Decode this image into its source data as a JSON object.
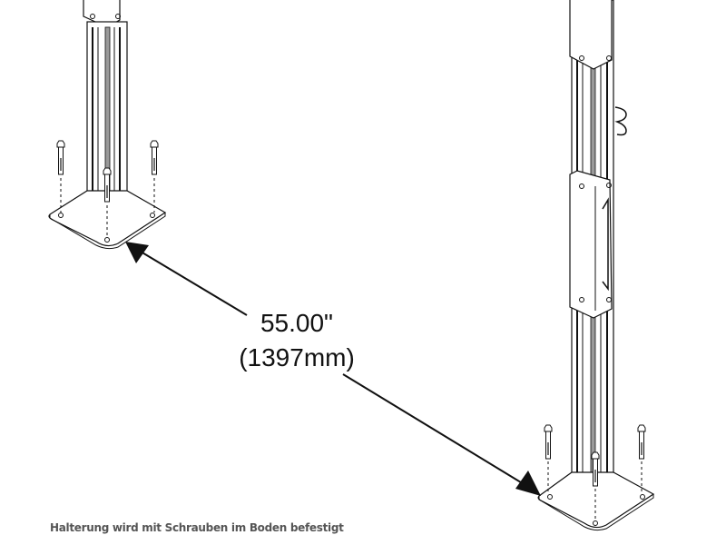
{
  "diagram": {
    "dimension": {
      "imperial": "55.00\"",
      "metric": "(1397mm)"
    },
    "caption": "Halterung wird mit Schrauben im Boden befestigt",
    "components": [
      {
        "name": "left-post",
        "label": ""
      },
      {
        "name": "right-post",
        "label": ""
      },
      {
        "name": "base-plate",
        "label": ""
      },
      {
        "name": "anchor-bolt",
        "label": ""
      }
    ],
    "colors": {
      "line": "#111111",
      "background": "#ffffff",
      "caption": "#555555",
      "shade": "#9a9a9a"
    }
  }
}
